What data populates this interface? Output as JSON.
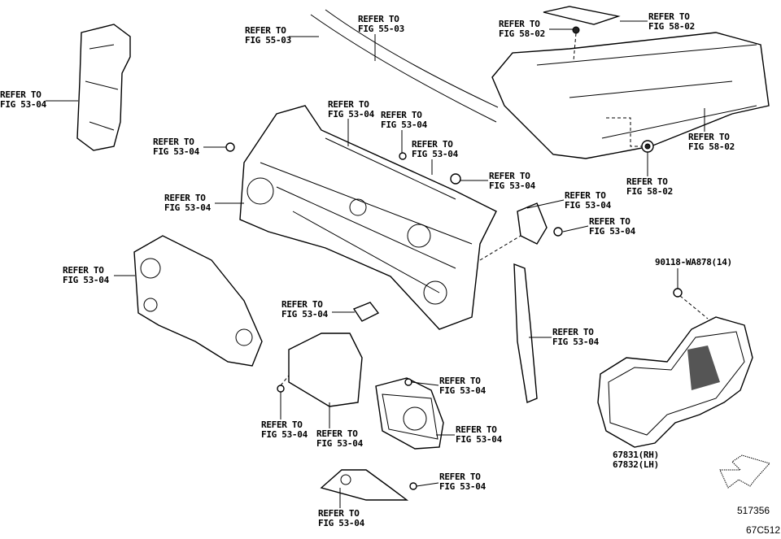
{
  "callouts": [
    {
      "l1": "REFER TO",
      "l2": "FIG 53-04"
    },
    {
      "l1": "REFER TO",
      "l2": "FIG 55-03"
    },
    {
      "l1": "REFER TO",
      "l2": "FIG 55-03"
    },
    {
      "l1": "REFER TO",
      "l2": "FIG 58-02"
    },
    {
      "l1": "REFER TO",
      "l2": "FIG 58-02"
    },
    {
      "l1": "REFER TO",
      "l2": "FIG 58-02"
    },
    {
      "l1": "REFER TO",
      "l2": "FIG 58-02"
    },
    {
      "l1": "REFER TO",
      "l2": "FIG 53-04"
    },
    {
      "l1": "REFER TO",
      "l2": "FIG 53-04"
    },
    {
      "l1": "REFER TO",
      "l2": "FIG 53-04"
    },
    {
      "l1": "REFER TO",
      "l2": "FIG 53-04"
    },
    {
      "l1": "REFER TO",
      "l2": "FIG 53-04"
    },
    {
      "l1": "REFER TO",
      "l2": "FIG 53-04"
    },
    {
      "l1": "REFER TO",
      "l2": "FIG 53-04"
    },
    {
      "l1": "REFER TO",
      "l2": "FIG 53-04"
    },
    {
      "l1": "REFER TO",
      "l2": "FIG 53-04"
    },
    {
      "l1": "REFER TO",
      "l2": "FIG 53-04"
    },
    {
      "l1": "REFER TO",
      "l2": "FIG 53-04"
    },
    {
      "l1": "REFER TO",
      "l2": "FIG 53-04"
    },
    {
      "l1": "REFER TO",
      "l2": "FIG 53-04"
    },
    {
      "l1": "REFER TO",
      "l2": "FIG 53-04"
    },
    {
      "l1": "REFER TO",
      "l2": "FIG 53-04"
    },
    {
      "l1": "REFER TO",
      "l2": "FIG 53-04"
    },
    {
      "l1": "REFER TO",
      "l2": "FIG 53-04"
    }
  ],
  "part_numbers": {
    "clip": "90118-WA878(14)",
    "panel_rh": "67831(RH)",
    "panel_lh": "67832(LH)"
  },
  "footer": {
    "illustration_id": "517356",
    "figure_code": "67C512"
  },
  "icons": {
    "direction_arrow": "front-direction-arrow-icon"
  }
}
